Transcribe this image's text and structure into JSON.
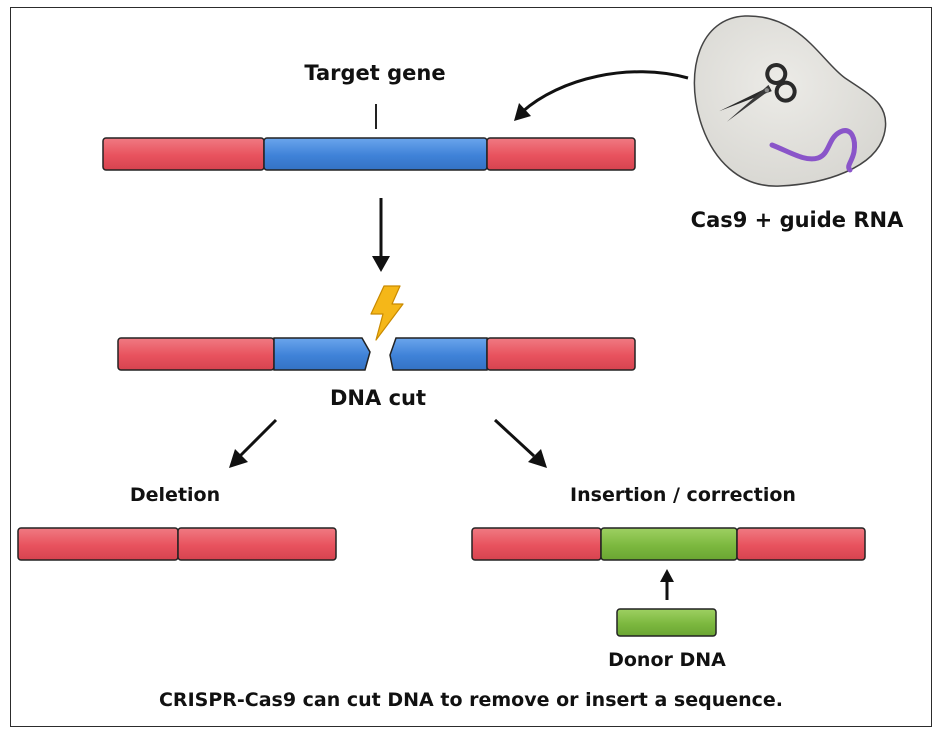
{
  "labels": {
    "target_gene": "Target gene",
    "cas9_guide": "Cas9 + guide RNA",
    "dna_cut": "DNA cut",
    "deletion": "Deletion",
    "insertion": "Insertion / correction",
    "donor": "Donor DNA",
    "caption": "CRISPR-Cas9 can cut DNA to remove or insert a sequence."
  },
  "colors": {
    "flank_segment": "#e8525e",
    "target_segment": "#3f82d8",
    "donor_segment": "#7cb83f",
    "cas9_blob": "#e0dfdb",
    "guide_rna": "#8a55c9",
    "lightning": "#f5b718",
    "outline": "#222222"
  },
  "icons": {
    "scissors": "scissors-icon",
    "guide_rna": "guide-rna-icon",
    "cut": "lightning-icon"
  }
}
